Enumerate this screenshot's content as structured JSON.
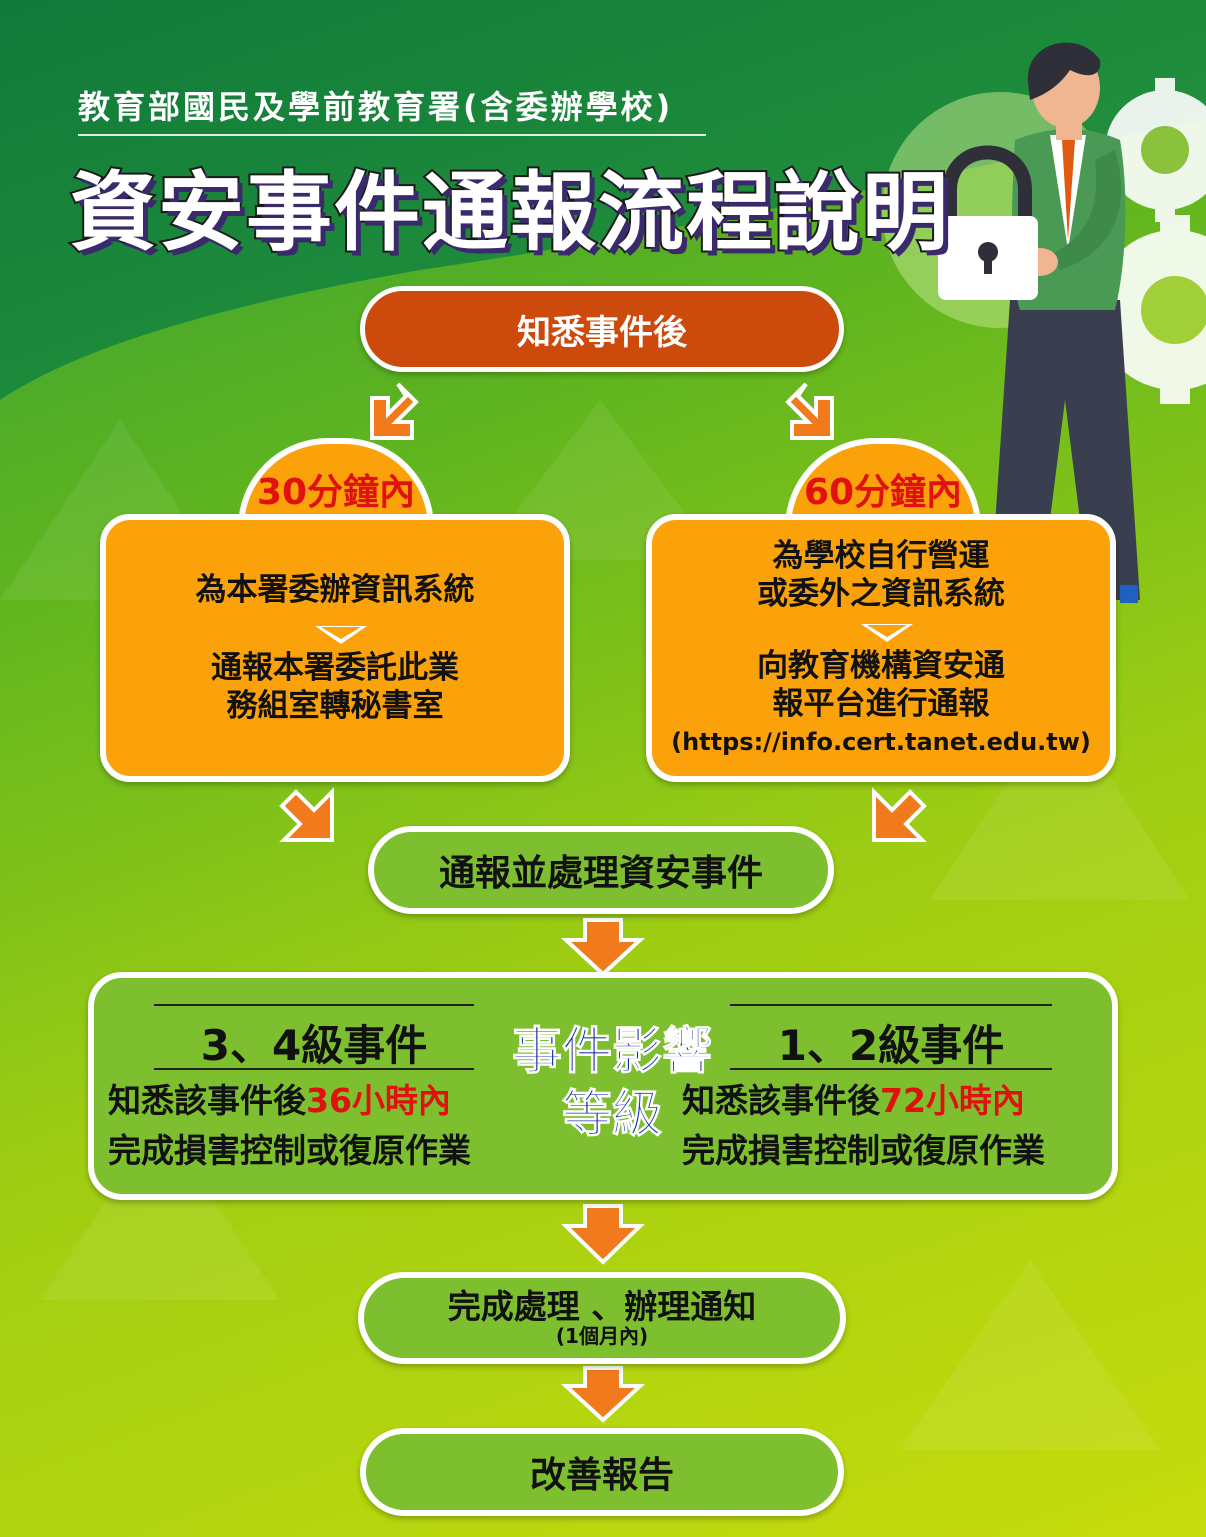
{
  "header": {
    "subtitle": "教育部國民及學前教育署(含委辦學校)",
    "title": "資安事件通報流程說明"
  },
  "flow": {
    "start": "知悉事件後",
    "left": {
      "time": "30分鐘內",
      "line1": "為本署委辦資訊系統",
      "line2": "通報本署委託此業",
      "line3": "務組室轉秘書室"
    },
    "right": {
      "time": "60分鐘內",
      "line1": "為學校自行營運",
      "line2": "或委外之資訊系統",
      "line3": "向教育機構資安通",
      "line4": "報平台進行通報",
      "url": "(https://info.cert.tanet.edu.tw)"
    },
    "handle": "通報並處理資安事件",
    "levels": {
      "center_line1": "事件影響",
      "center_line2": "等級",
      "left": {
        "heading": "3、4級事件",
        "text_before": "知悉該事件後",
        "deadline": "36小時內",
        "text_after": "完成損害控制或復原作業"
      },
      "right": {
        "heading": "1、2級事件",
        "text_before": "知悉該事件後",
        "deadline": "72小時內",
        "text_after": "完成損害控制或復原作業"
      }
    },
    "complete": "完成處理 、辦理通知",
    "complete_note": "(1個月內)",
    "report": "改善報告"
  },
  "colors": {
    "orange_box": "#fba10a",
    "start_pill": "#cc4a0c",
    "green_box": "#7dbf2e",
    "deadline_red": "#e0110e",
    "center_blue": "#1c2fa8",
    "arrow_orange": "#f07a1c"
  },
  "icons": [
    "padlock-icon",
    "gear-icon",
    "businessman-illustration",
    "arrow-down-icon"
  ]
}
